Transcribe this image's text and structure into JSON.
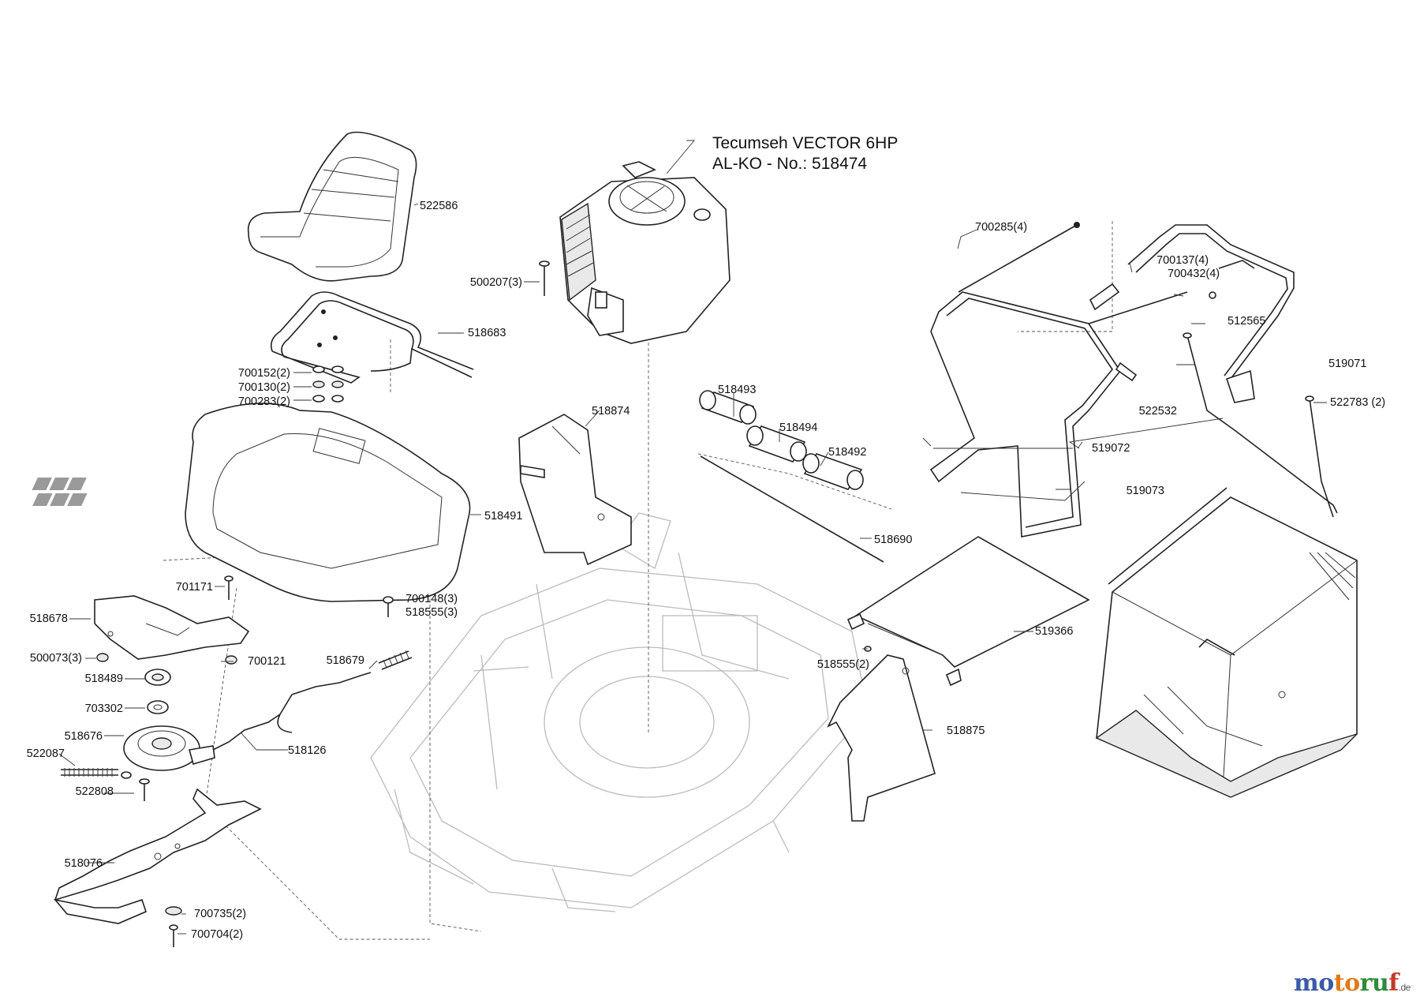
{
  "engine": {
    "line1": "Tecumseh  VECTOR  6HP",
    "line2": "AL-KO - No.: 518474"
  },
  "parts": {
    "p522586": "522586",
    "p518683": "518683",
    "p700152": "700152(2)",
    "p700130": "700130(2)",
    "p700283": "700283(2)",
    "p518491": "518491",
    "p500207": "500207(3)",
    "p518874": "518874",
    "p518493": "518493",
    "p518494": "518494",
    "p518492": "518492",
    "p518690": "518690",
    "p700285": "700285(4)",
    "p700137": "700137(4)",
    "p700432": "700432(4)",
    "p512565": "512565",
    "p519071": "519071",
    "p522532": "522532",
    "p522783": "522783 (2)",
    "p519072": "519072",
    "p519073": "519073",
    "p519366": "519366",
    "p518555b": "518555(2)",
    "p518875": "518875",
    "p701171": "701171",
    "p518678": "518678",
    "p700148": "700148(3)",
    "p518555a": "518555(3)",
    "p500073": "500073(3)",
    "p700121": "700121",
    "p518489": "518489",
    "p518679": "518679",
    "p703302": "703302",
    "p518676": "518676",
    "p518126": "518126",
    "p522087": "522087",
    "p522808": "522808",
    "p518076": "518076",
    "p700735": "700735(2)",
    "p700704": "700704(2)"
  },
  "brand": {
    "part1": "mo",
    "part2": "to",
    "part3": "ru",
    "part4": "f",
    "suffix": ".de"
  }
}
